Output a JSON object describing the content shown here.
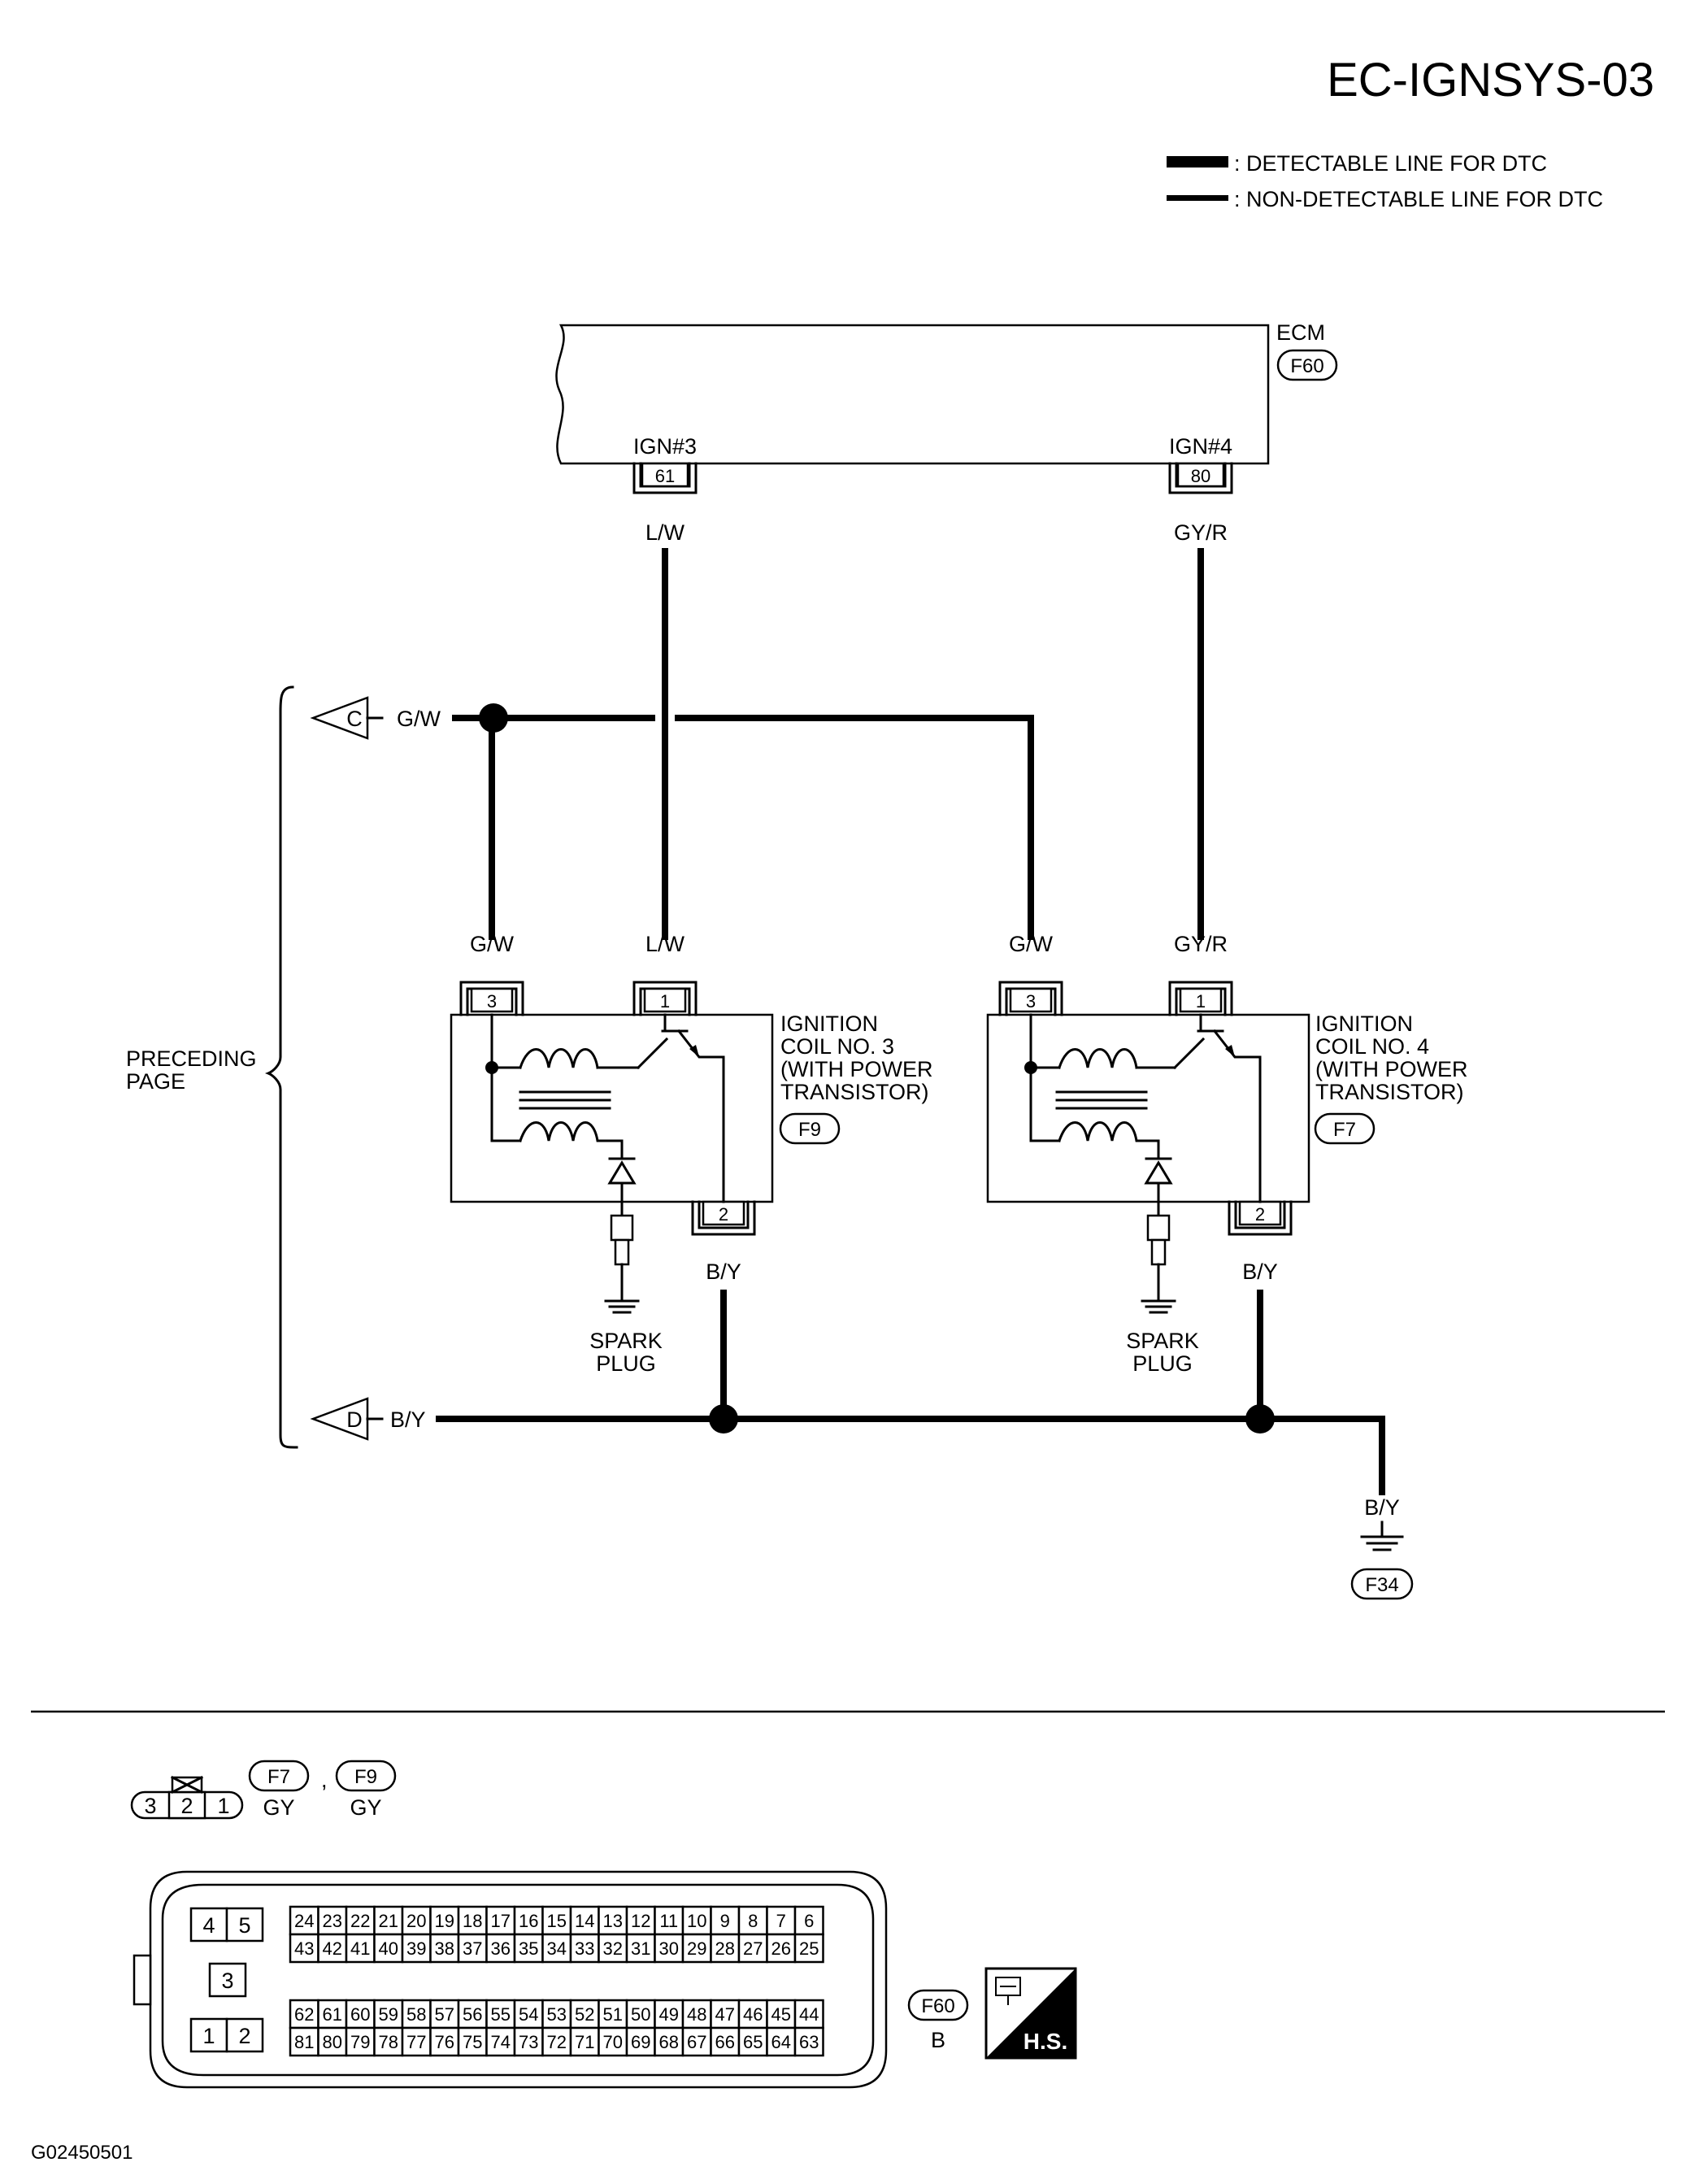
{
  "header": {
    "page_code": "EC-IGNSYS-03",
    "legend": {
      "detectable": ": DETECTABLE LINE FOR DTC",
      "non_detectable": ": NON-DETECTABLE LINE FOR DTC"
    }
  },
  "ecm": {
    "name": "ECM",
    "connector": "F60",
    "terminals": [
      {
        "signal": "IGN#3",
        "pin": "61",
        "wire": "L/W"
      },
      {
        "signal": "IGN#4",
        "pin": "80",
        "wire": "GY/R"
      }
    ]
  },
  "coils": [
    {
      "name_lines": [
        "IGNITION",
        "COIL NO. 3",
        "(WITH POWER",
        "TRANSISTOR)"
      ],
      "connector": "F9",
      "pins": {
        "p3": "3",
        "p1": "1",
        "p2": "2"
      },
      "wires": {
        "p3": "G/W",
        "p1": "L/W",
        "p2": "B/Y"
      },
      "plug_lines": [
        "SPARK",
        "PLUG"
      ]
    },
    {
      "name_lines": [
        "IGNITION",
        "COIL NO. 4",
        "(WITH POWER",
        "TRANSISTOR)"
      ],
      "connector": "F7",
      "pins": {
        "p3": "3",
        "p1": "1",
        "p2": "2"
      },
      "wires": {
        "p3": "G/W",
        "p1": "GY/R",
        "p2": "B/Y"
      },
      "plug_lines": [
        "SPARK",
        "PLUG"
      ]
    }
  ],
  "preceding_page": {
    "label_lines": [
      "PRECEDING",
      "PAGE"
    ],
    "link_c": {
      "letter": "C",
      "wire": "G/W"
    },
    "link_d": {
      "letter": "D",
      "wire": "B/Y"
    }
  },
  "ground": {
    "wire": "B/Y",
    "connector": "F34"
  },
  "connector_views": {
    "small": {
      "pins": [
        "3",
        "2",
        "1"
      ],
      "refs": [
        "F7",
        "F9"
      ],
      "separator": ",",
      "colors": [
        "GY",
        "GY"
      ]
    },
    "ecm": {
      "ref": "F60",
      "color": "B",
      "left_pins": [
        "4",
        "5",
        "3",
        "1",
        "2"
      ],
      "upper_rows": [
        [
          "24",
          "23",
          "22",
          "21",
          "20",
          "19",
          "18",
          "17",
          "16",
          "15",
          "14",
          "13",
          "12",
          "11",
          "10",
          "9",
          "8",
          "7",
          "6"
        ],
        [
          "43",
          "42",
          "41",
          "40",
          "39",
          "38",
          "37",
          "36",
          "35",
          "34",
          "33",
          "32",
          "31",
          "30",
          "29",
          "28",
          "27",
          "26",
          "25"
        ]
      ],
      "lower_rows": [
        [
          "62",
          "61",
          "60",
          "59",
          "58",
          "57",
          "56",
          "55",
          "54",
          "53",
          "52",
          "51",
          "50",
          "49",
          "48",
          "47",
          "46",
          "45",
          "44"
        ],
        [
          "81",
          "80",
          "79",
          "78",
          "77",
          "76",
          "75",
          "74",
          "73",
          "72",
          "71",
          "70",
          "69",
          "68",
          "67",
          "66",
          "65",
          "64",
          "63"
        ]
      ],
      "hs_label": "H.S."
    }
  },
  "footer": {
    "figure_id": "G02450501"
  }
}
